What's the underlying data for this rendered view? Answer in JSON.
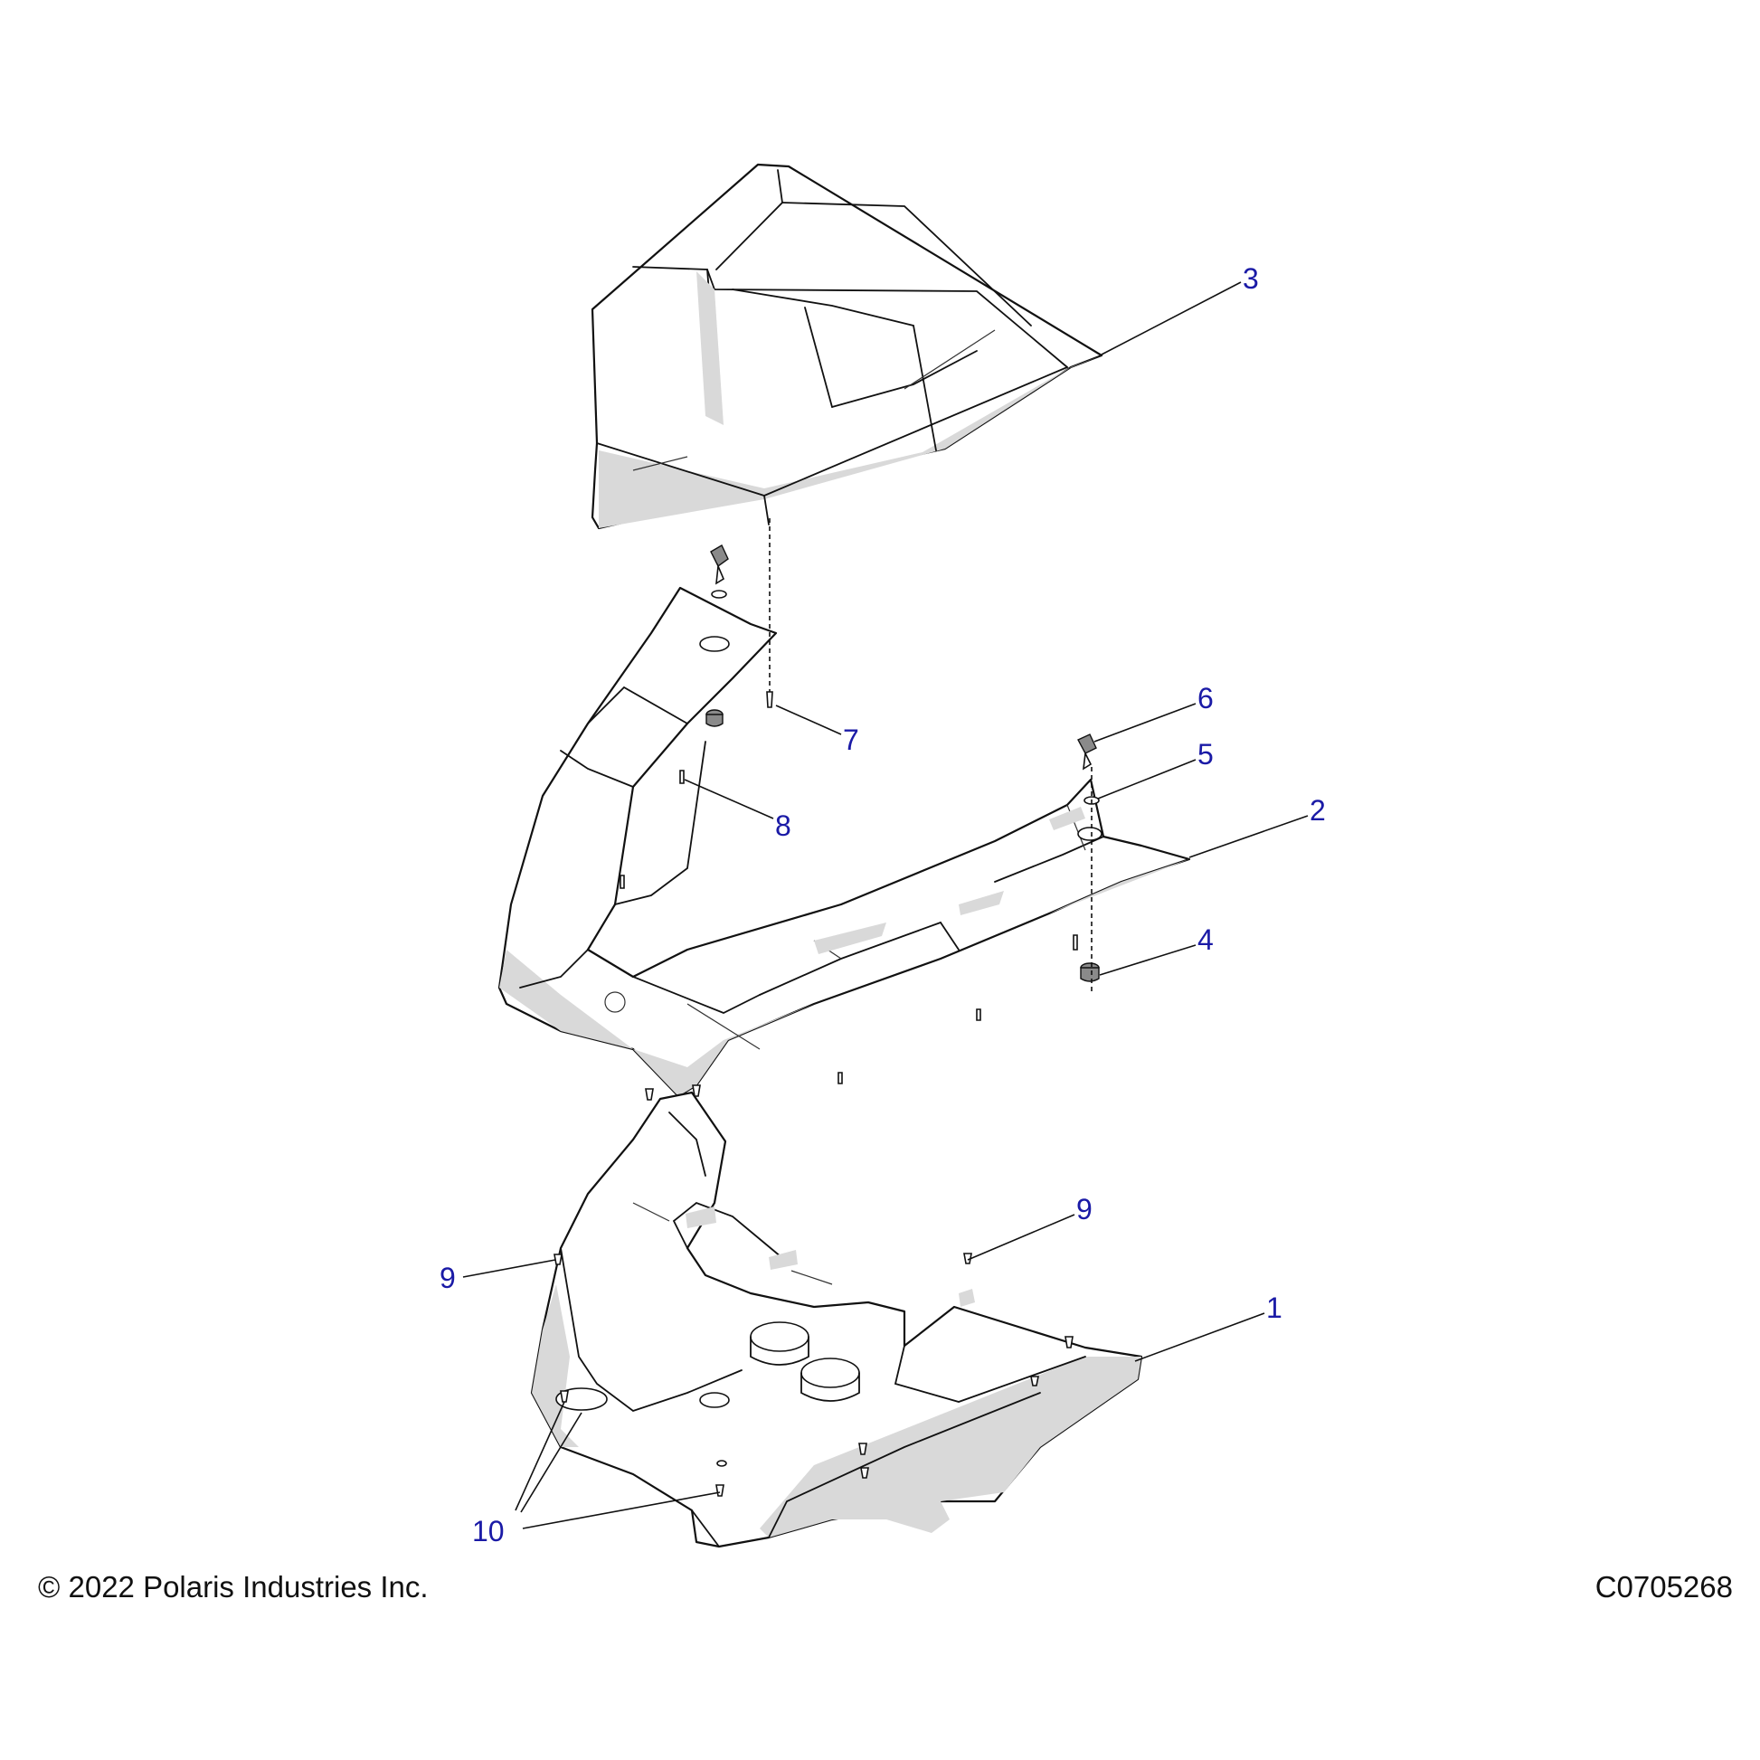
{
  "diagram": {
    "callouts": [
      {
        "id": "callout-1",
        "label": "1"
      },
      {
        "id": "callout-2",
        "label": "2"
      },
      {
        "id": "callout-3",
        "label": "3"
      },
      {
        "id": "callout-4",
        "label": "4"
      },
      {
        "id": "callout-5",
        "label": "5"
      },
      {
        "id": "callout-6",
        "label": "6"
      },
      {
        "id": "callout-7",
        "label": "7"
      },
      {
        "id": "callout-8",
        "label": "8"
      },
      {
        "id": "callout-9a",
        "label": "9"
      },
      {
        "id": "callout-9b",
        "label": "9"
      },
      {
        "id": "callout-10",
        "label": "10"
      }
    ],
    "callout_color": "#1a1aa6",
    "line_color": "#111111"
  },
  "footer": {
    "copyright": "© 2022 Polaris Industries Inc.",
    "drawing_number": "C0705268"
  }
}
